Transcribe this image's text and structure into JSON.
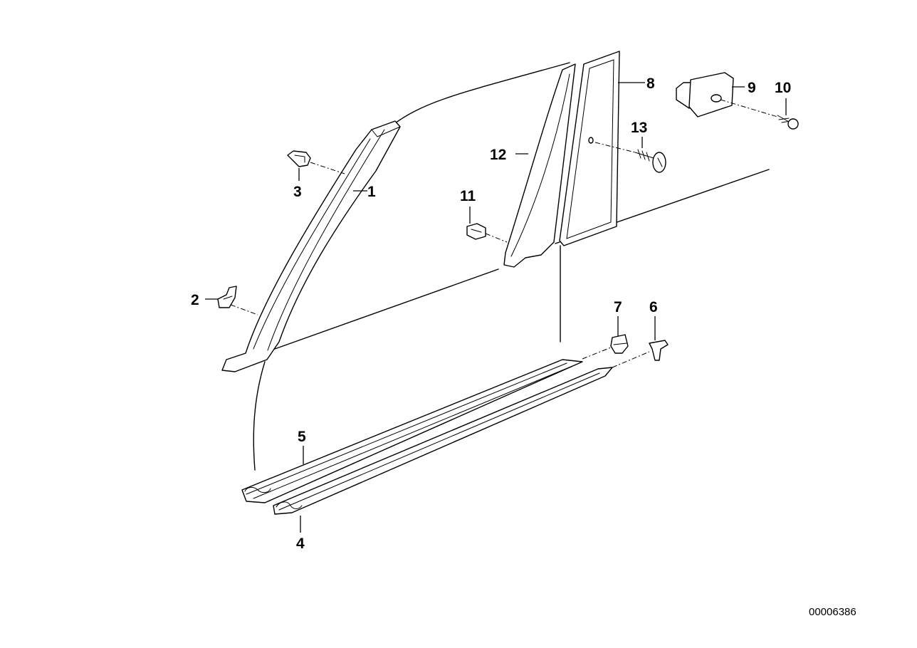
{
  "callouts": [
    {
      "id": "c1",
      "text": "1"
    },
    {
      "id": "c2",
      "text": "2"
    },
    {
      "id": "c3",
      "text": "3"
    },
    {
      "id": "c4",
      "text": "4"
    },
    {
      "id": "c5",
      "text": "5"
    },
    {
      "id": "c6",
      "text": "6"
    },
    {
      "id": "c7",
      "text": "7"
    },
    {
      "id": "c8",
      "text": "8"
    },
    {
      "id": "c9",
      "text": "9"
    },
    {
      "id": "c10",
      "text": "10"
    },
    {
      "id": "c11",
      "text": "11"
    },
    {
      "id": "c12",
      "text": "12"
    },
    {
      "id": "c13",
      "text": "13"
    }
  ],
  "document_number": "00006386"
}
